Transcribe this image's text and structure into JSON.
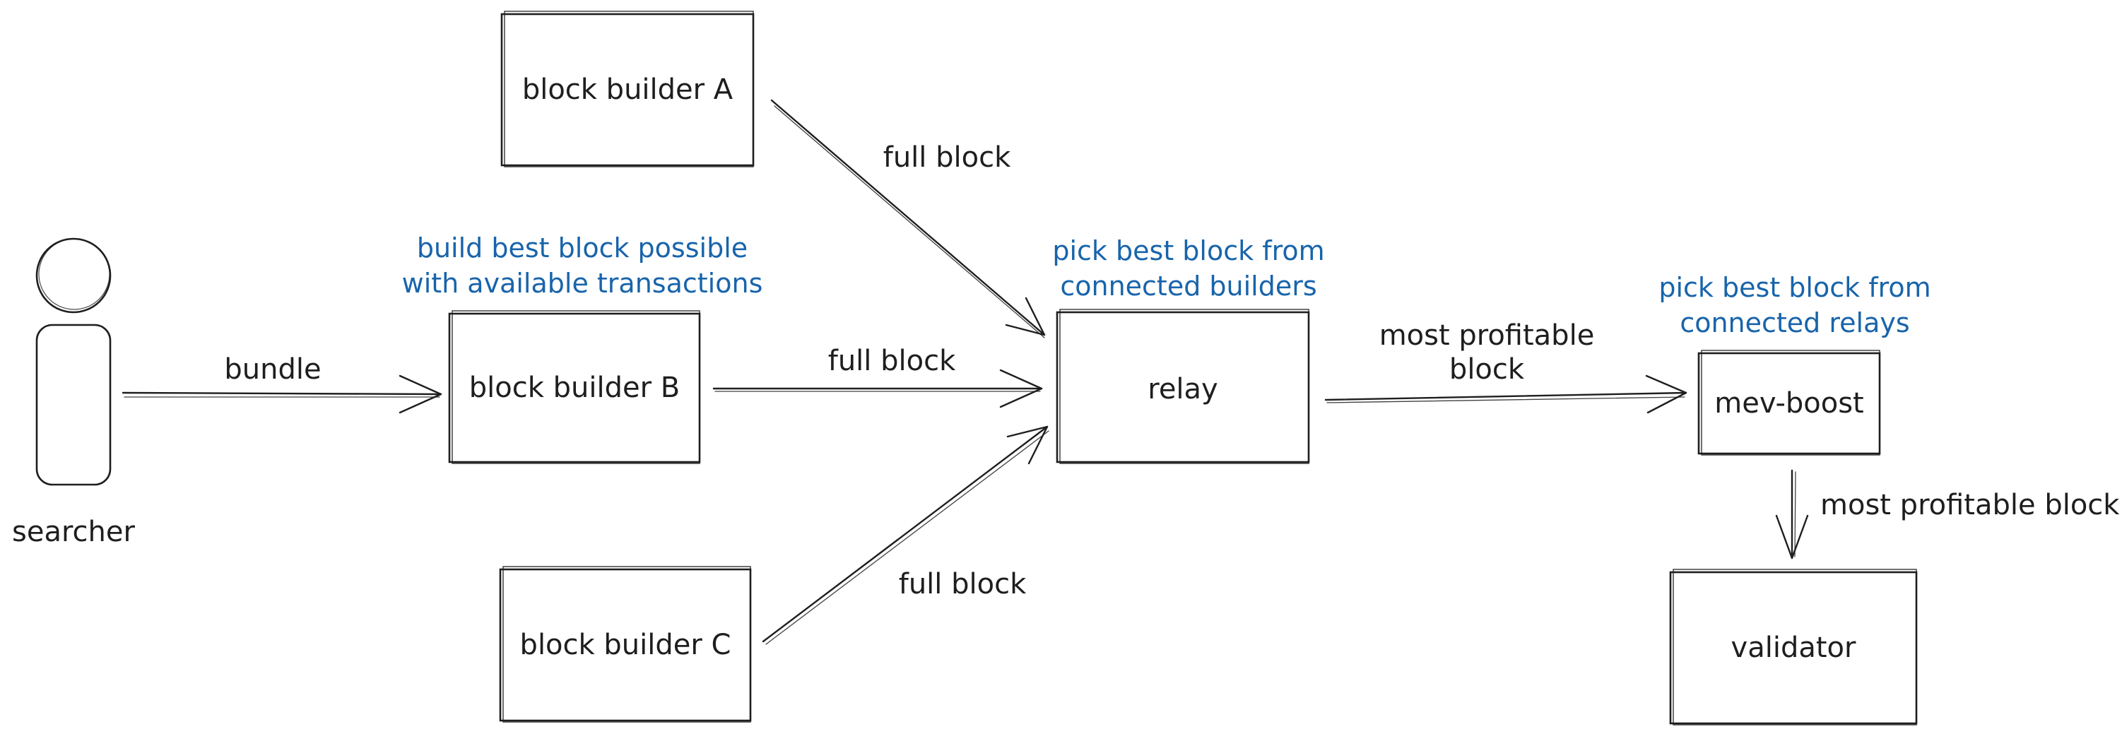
{
  "actors": {
    "searcher": "searcher"
  },
  "boxes": {
    "builder_a": "block builder A",
    "builder_b": "block builder B",
    "builder_c": "block builder C",
    "relay": "relay",
    "mev_boost": "mev-boost",
    "validator": "validator"
  },
  "edges": {
    "bundle": "bundle",
    "full_block_a": "full block",
    "full_block_b": "full block",
    "full_block_c": "full block",
    "relay_to_boost_line1": "most profitable",
    "relay_to_boost_line2": "block",
    "boost_to_validator": "most profitable block"
  },
  "notes": {
    "builder_b_line1": "build best block possible",
    "builder_b_line2": "with available transactions",
    "relay_line1": "pick best block from",
    "relay_line2": "connected builders",
    "boost_line1": "pick best block from",
    "boost_line2": "connected relays"
  },
  "colors": {
    "ink": "#1e1e1e",
    "annotation": "#1864ab",
    "background": "#ffffff"
  }
}
